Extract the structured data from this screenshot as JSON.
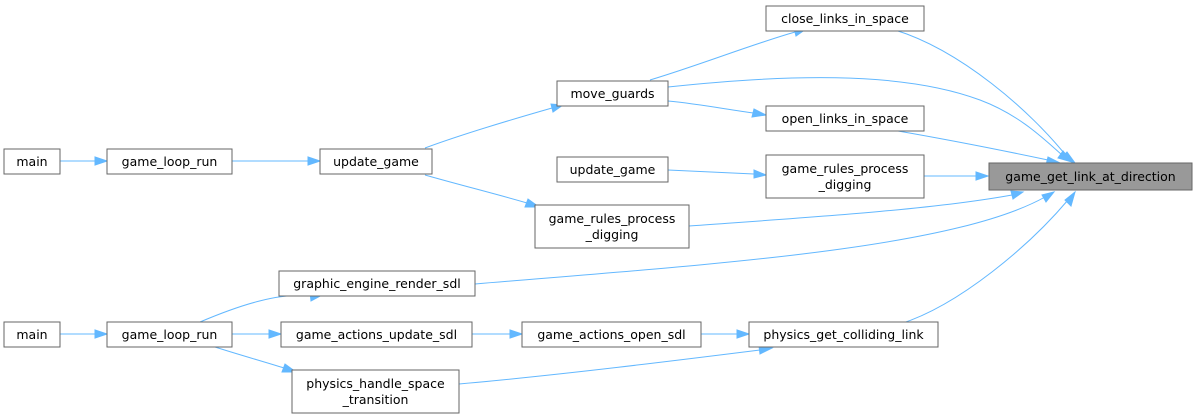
{
  "graph": {
    "nodes": {
      "target": [
        "game_get_link_at_direction"
      ],
      "close_links": [
        "close_links_in_space"
      ],
      "move_guards": [
        "move_guards"
      ],
      "open_links": [
        "open_links_in_space"
      ],
      "grpd_mid": [
        "game_rules_process",
        "_digging"
      ],
      "update_game_b": [
        "update_game"
      ],
      "update_game_a": [
        "update_game"
      ],
      "grpd_low": [
        "game_rules_process",
        "_digging"
      ],
      "main_a": [
        "main"
      ],
      "loop_a": [
        "game_loop_run"
      ],
      "render_sdl": [
        "graphic_engine_render_sdl"
      ],
      "main_b": [
        "main"
      ],
      "loop_b": [
        "game_loop_run"
      ],
      "actions_update": [
        "game_actions_update_sdl"
      ],
      "actions_open": [
        "game_actions_open_sdl"
      ],
      "physics_colliding": [
        "physics_get_colliding_link"
      ],
      "physics_transition": [
        "physics_handle_space",
        "_transition"
      ]
    },
    "colors": {
      "edge": "#63b8ff",
      "node_border": "#666666",
      "target_fill": "#999999"
    }
  }
}
